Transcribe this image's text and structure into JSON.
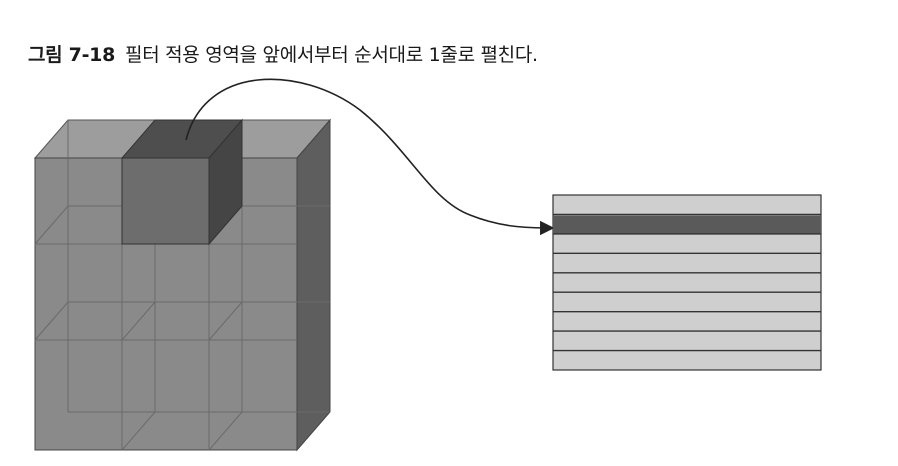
{
  "figure": {
    "label": "그림 7-18",
    "caption": "필터 적용 영역을 앞에서부터 순서대로 1줄로 펼친다."
  },
  "diagram": {
    "grid_columns": 3,
    "grid_rows": 3,
    "strip_rows": 9,
    "highlight_row_index": 1,
    "colors": {
      "cube_front": "#8a8a8a",
      "cube_top": "#9d9d9d",
      "cube_side": "#5e5e5e",
      "highlight_front": "#6d6d6d",
      "highlight_top": "#4e4e4e",
      "highlight_side": "#454545",
      "strip_fill": "#cfcfcf",
      "strip_highlight": "#5a5a5a",
      "line": "#333333"
    }
  }
}
